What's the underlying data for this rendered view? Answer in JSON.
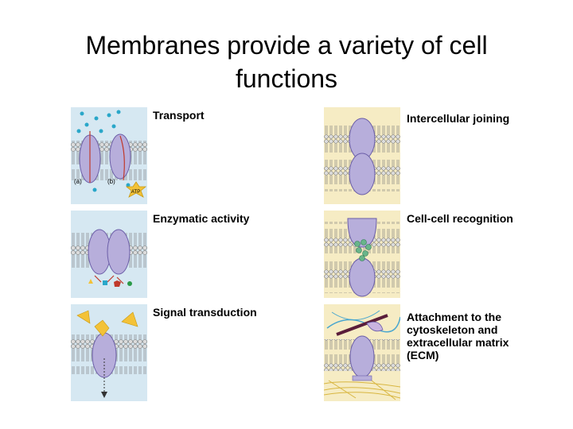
{
  "slide": {
    "title": "Membranes provide a variety of cell functions"
  },
  "panels": {
    "transport": {
      "label": "Transport",
      "sublabel_a": "(a)",
      "sublabel_b": "(b)",
      "atp": "ATP"
    },
    "enzymatic": {
      "label": "Enzymatic activity"
    },
    "signal": {
      "label": "Signal transduction"
    },
    "joining": {
      "label": "Intercellular joining"
    },
    "recognition": {
      "label": "Cell-cell recognition"
    },
    "attachment": {
      "label": "Attachment to the cytoskeleton and extracellular matrix (ECM)"
    }
  },
  "colors": {
    "panel_bg": "#f6ecc4",
    "panel_bg_blue": "#d6e8f2",
    "protein": "#b7aedb",
    "protein_edge": "#6b5ea8",
    "lipid_head": "#dcdcdc",
    "signal_yellow": "#f3c238",
    "ion_cyan": "#2aa7c9",
    "arrow_red": "#c0392b",
    "recognition_green": "#68b58a",
    "fiber_dark": "#5a1d3a",
    "fiber_blue": "#4aa7cf"
  }
}
